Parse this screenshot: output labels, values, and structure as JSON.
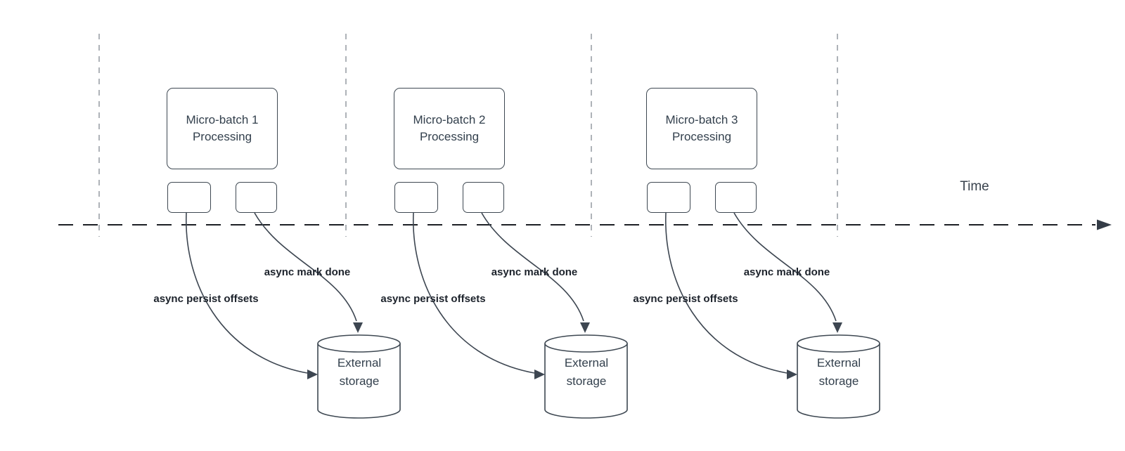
{
  "diagram": {
    "time_label": "Time",
    "batches": [
      {
        "box_line1": "Micro-batch 1",
        "box_line2": "Processing",
        "persist_label": "async persist offsets",
        "markdone_label": "async mark done",
        "storage_label": "External storage"
      },
      {
        "box_line1": "Micro-batch 2",
        "box_line2": "Processing",
        "persist_label": "async persist offsets",
        "markdone_label": "async mark done",
        "storage_label": "External storage"
      },
      {
        "box_line1": "Micro-batch 3",
        "box_line2": "Processing",
        "persist_label": "async persist offsets",
        "markdone_label": "async mark done",
        "storage_label": "External storage"
      }
    ],
    "colors": {
      "shape_stroke": "#3e4852",
      "shape_text": "#33404d",
      "edge_label_text": "#1c222b",
      "timeline_line": "#1c1f24",
      "lane_divider_line": "#9aa0a6",
      "background": "#ffffff"
    }
  }
}
